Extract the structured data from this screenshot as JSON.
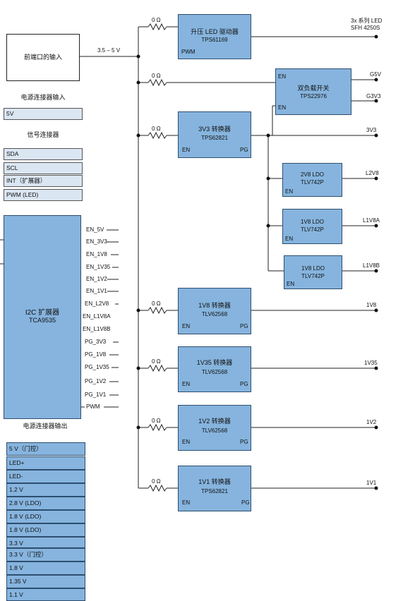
{
  "power_input": {
    "box_label": "前端口的输入",
    "voltage": "3.5 – 5 V",
    "connector_title": "电源连接器输入",
    "pins": [
      "5V"
    ]
  },
  "signal_connector": {
    "title": "信号连接器",
    "pins": [
      "SDA",
      "SCL",
      "INT（扩展器）",
      "PWM (LED)"
    ]
  },
  "expander": {
    "title": "I2C 扩展器",
    "part": "TCA9535",
    "pins": [
      "EN_5V",
      "EN_3V3",
      "EN_1V8",
      "EN_1V35",
      "EN_1V2",
      "EN_1V1",
      "EN_L2V8",
      "EN_L1V8A",
      "EN_L1V8B",
      "PG_3V3",
      "PG_1V8",
      "PG_1V35",
      "PG_1V2",
      "PG_1V1",
      "PWM"
    ]
  },
  "output_connector": {
    "title": "电源连接器输出",
    "pins": [
      "5 V（门控）",
      "LED+",
      "LED-",
      "1.2 V",
      "2.8 V (LDO)",
      "1.8 V (LDO)",
      "1.8 V (LDO)",
      "3.3 V",
      "3.3 V（门控）",
      "1.8 V",
      "1.35 V",
      "1.1 V"
    ]
  },
  "resistor_label": "0 Ω",
  "led_driver": {
    "title": "升压 LED 驱动器",
    "part": "TPS61169",
    "pin_pwm": "PWM",
    "output": "3x 系列 LED",
    "output2": "SFH 4250S"
  },
  "load_switch": {
    "title": "双负载开关",
    "part": "TPS22976",
    "en_top": "EN",
    "en_bottom": "EN",
    "out1": "G5V",
    "out2": "G3V3"
  },
  "conv_3v3": {
    "title": "3V3 转换器",
    "part": "TPS62821",
    "en": "EN",
    "pg": "PG",
    "output": "3V3"
  },
  "ldo_2v8": {
    "title": "2V8 LDO",
    "part": "TLV742P",
    "en": "EN",
    "output": "L2V8"
  },
  "ldo_1v8a": {
    "title": "1V8 LDO",
    "part": "TLV742P",
    "en": "EN",
    "output": "L1V8A"
  },
  "ldo_1v8b": {
    "title": "1V8 LDO",
    "part": "TLV742P",
    "en": "EN",
    "output": "L1V8B"
  },
  "conv_1v8": {
    "title": "1V8 转换器",
    "part": "TLV62568",
    "en": "EN",
    "pg": "PG",
    "output": "1V8"
  },
  "conv_1v35": {
    "title": "1V35 转换器",
    "part": "TLV62568",
    "en": "EN",
    "pg": "PG",
    "output": "1V35"
  },
  "conv_1v2": {
    "title": "1V2 转换器",
    "part": "TLV62568",
    "en": "EN",
    "pg": "PG",
    "output": "1V2"
  },
  "conv_1v1": {
    "title": "1V1 转换器",
    "part": "TPS62821",
    "en": "EN",
    "pg": "PG",
    "output": "1V1"
  }
}
